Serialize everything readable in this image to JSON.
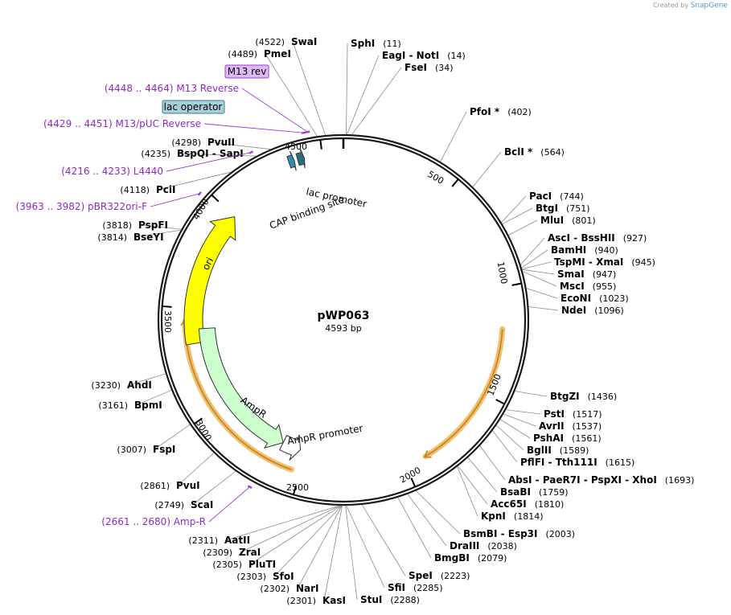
{
  "credit": {
    "prefix": "Created by",
    "brand": "SnapGene"
  },
  "plasmid": {
    "name": "pWP063",
    "size_label": "4593 bp",
    "length": 4593
  },
  "ticks": [
    {
      "label": "500",
      "bp": 500
    },
    {
      "label": "1000",
      "bp": 1000
    },
    {
      "label": "1500",
      "bp": 1500
    },
    {
      "label": "2000",
      "bp": 2000
    },
    {
      "label": "2500",
      "bp": 2500
    },
    {
      "label": "3000",
      "bp": 3000
    },
    {
      "label": "3500",
      "bp": 3500
    },
    {
      "label": "4000",
      "bp": 4000
    },
    {
      "label": "4500",
      "bp": 4500
    }
  ],
  "sites": [
    {
      "id": "swai",
      "pos": "(4522)",
      "name": "SwaI",
      "bp": 4522,
      "side": "L"
    },
    {
      "id": "pmei",
      "pos": "(4489)",
      "name": "PmeI",
      "bp": 4489,
      "side": "L"
    },
    {
      "id": "sphi",
      "pos": "(11)",
      "name": "SphI",
      "bp": 11,
      "side": "R"
    },
    {
      "id": "eagi",
      "pos": "(14)",
      "name": "EagI  -  NotI",
      "bp": 14,
      "side": "R"
    },
    {
      "id": "fsei",
      "pos": "(34)",
      "name": "FseI",
      "bp": 34,
      "side": "R"
    },
    {
      "id": "pfoi",
      "pos": "(402)",
      "name": "PfoI *",
      "bp": 402,
      "side": "R"
    },
    {
      "id": "bcli",
      "pos": "(564)",
      "name": "BclI *",
      "bp": 564,
      "side": "R"
    },
    {
      "id": "paci",
      "pos": "(744)",
      "name": "PacI",
      "bp": 744,
      "side": "R"
    },
    {
      "id": "btgi",
      "pos": "(751)",
      "name": "BtgI",
      "bp": 751,
      "side": "R"
    },
    {
      "id": "mlui",
      "pos": "(801)",
      "name": "MluI",
      "bp": 801,
      "side": "R"
    },
    {
      "id": "asci",
      "pos": "(927)",
      "name": "AscI  -  BssHII",
      "bp": 927,
      "side": "R"
    },
    {
      "id": "bamhi",
      "pos": "(940)",
      "name": "BamHI",
      "bp": 940,
      "side": "R"
    },
    {
      "id": "tspmi",
      "pos": "(945)",
      "name": "TspMI  -  XmaI",
      "bp": 945,
      "side": "R"
    },
    {
      "id": "smai",
      "pos": "(947)",
      "name": "SmaI",
      "bp": 947,
      "side": "R"
    },
    {
      "id": "msci",
      "pos": "(955)",
      "name": "MscI",
      "bp": 955,
      "side": "R"
    },
    {
      "id": "econi",
      "pos": "(1023)",
      "name": "EcoNI",
      "bp": 1023,
      "side": "R"
    },
    {
      "id": "ndei",
      "pos": "(1096)",
      "name": "NdeI",
      "bp": 1096,
      "side": "R"
    },
    {
      "id": "btgzi",
      "pos": "(1436)",
      "name": "BtgZI",
      "bp": 1436,
      "side": "R"
    },
    {
      "id": "psti",
      "pos": "(1517)",
      "name": "PstI",
      "bp": 1517,
      "side": "R"
    },
    {
      "id": "avrii",
      "pos": "(1537)",
      "name": "AvrII",
      "bp": 1537,
      "side": "R"
    },
    {
      "id": "pshai",
      "pos": "(1561)",
      "name": "PshAI",
      "bp": 1561,
      "side": "R"
    },
    {
      "id": "bglii",
      "pos": "(1589)",
      "name": "BglII",
      "bp": 1589,
      "side": "R"
    },
    {
      "id": "pflfi",
      "pos": "(1615)",
      "name": "PflFI  -  Tth111I",
      "bp": 1615,
      "side": "R"
    },
    {
      "id": "absi",
      "pos": "(1693)",
      "name": "AbsI  -  PaeR7I  -  PspXI  -  XhoI",
      "bp": 1693,
      "side": "R"
    },
    {
      "id": "bsabi",
      "pos": "(1759)",
      "name": "BsaBI",
      "bp": 1759,
      "side": "R"
    },
    {
      "id": "acc65i",
      "pos": "(1810)",
      "name": "Acc65I",
      "bp": 1810,
      "side": "R"
    },
    {
      "id": "kpni",
      "pos": "(1814)",
      "name": "KpnI",
      "bp": 1814,
      "side": "R"
    },
    {
      "id": "bsmbi",
      "pos": "(2003)",
      "name": "BsmBI  -  Esp3I",
      "bp": 2003,
      "side": "R"
    },
    {
      "id": "draiii",
      "pos": "(2038)",
      "name": "DraIII",
      "bp": 2038,
      "side": "R"
    },
    {
      "id": "bmgbi",
      "pos": "(2079)",
      "name": "BmgBI",
      "bp": 2079,
      "side": "R"
    },
    {
      "id": "spei",
      "pos": "(2223)",
      "name": "SpeI",
      "bp": 2223,
      "side": "R"
    },
    {
      "id": "sfii",
      "pos": "(2285)",
      "name": "SfiI",
      "bp": 2285,
      "side": "R"
    },
    {
      "id": "stui",
      "pos": "(2288)",
      "name": "StuI",
      "bp": 2288,
      "side": "R"
    },
    {
      "id": "kasi",
      "pos": "(2301)",
      "name": "KasI",
      "bp": 2301,
      "side": "L"
    },
    {
      "id": "nari",
      "pos": "(2302)",
      "name": "NarI",
      "bp": 2302,
      "side": "L"
    },
    {
      "id": "sfoi",
      "pos": "(2303)",
      "name": "SfoI",
      "bp": 2303,
      "side": "L"
    },
    {
      "id": "pluti",
      "pos": "(2305)",
      "name": "PluTI",
      "bp": 2305,
      "side": "L"
    },
    {
      "id": "zrai",
      "pos": "(2309)",
      "name": "ZraI",
      "bp": 2309,
      "side": "L"
    },
    {
      "id": "aatii",
      "pos": "(2311)",
      "name": "AatII",
      "bp": 2311,
      "side": "L"
    },
    {
      "id": "scai",
      "pos": "(2749)",
      "name": "ScaI",
      "bp": 2749,
      "side": "L"
    },
    {
      "id": "pvui1",
      "pos": "(2861)",
      "name": "PvuI",
      "bp": 2861,
      "side": "L"
    },
    {
      "id": "fspi",
      "pos": "(3007)",
      "name": "FspI",
      "bp": 3007,
      "side": "L"
    },
    {
      "id": "bpmi",
      "pos": "(3161)",
      "name": "BpmI",
      "bp": 3161,
      "side": "L"
    },
    {
      "id": "ahdi",
      "pos": "(3230)",
      "name": "AhdI",
      "bp": 3230,
      "side": "L"
    },
    {
      "id": "bseyi",
      "pos": "(3814)",
      "name": "BseYI",
      "bp": 3814,
      "side": "L"
    },
    {
      "id": "pspfi",
      "pos": "(3818)",
      "name": "PspFI",
      "bp": 3818,
      "side": "L"
    },
    {
      "id": "pcii",
      "pos": "(4118)",
      "name": "PciI",
      "bp": 4118,
      "side": "L"
    },
    {
      "id": "bspqi",
      "pos": "(4235)",
      "name": "BspQI  -  SapI",
      "bp": 4235,
      "side": "L"
    },
    {
      "id": "pvuii",
      "pos": "(4298)",
      "name": "PvuII",
      "bp": 4298,
      "side": "L"
    }
  ],
  "primers": [
    {
      "id": "m13rev",
      "label": "(4448 .. 4464)  M13 Reverse",
      "bp": 4456
    },
    {
      "id": "m13puc",
      "label": "(4429 .. 4451)  M13/pUC Reverse",
      "bp": 4440
    },
    {
      "id": "l4440",
      "label": "(4216 .. 4233)  L4440",
      "bp": 4225
    },
    {
      "id": "pbr322",
      "label": "(3963 .. 3982)  pBR322ori-F",
      "bp": 3972
    },
    {
      "id": "ampr_primer",
      "label": "(2661 .. 2680)  Amp-R",
      "bp": 2670
    }
  ],
  "boxes": [
    {
      "id": "m13rev_box",
      "label": "M13 rev",
      "fill": "#e0b8f5",
      "stroke": "#9a3fd0"
    },
    {
      "id": "lacop_box",
      "label": "lac operator",
      "fill": "#a8d0dc",
      "stroke": "#3b7e90"
    }
  ],
  "features": [
    {
      "id": "ori",
      "label": "ori",
      "start": 3330,
      "end": 4000,
      "color": "#ffff00",
      "direction": "cw"
    },
    {
      "id": "ampr",
      "label": "AmpR",
      "start": 2630,
      "end": 3400,
      "color": "#ccffcc",
      "direction": "ccw"
    },
    {
      "id": "ampr_promoter",
      "label": "AmpR promoter",
      "start": 2530,
      "end": 2630,
      "color": "#ffffff",
      "direction": "ccw"
    },
    {
      "id": "lac_promoter",
      "label": "lac promoter",
      "start": 4390,
      "end": 4420,
      "color": "#2a6f80",
      "direction": "cw"
    },
    {
      "id": "cap_site",
      "label": "CAP binding site",
      "start": 4350,
      "end": 4375,
      "color": "#2e8fb0",
      "direction": "cw"
    }
  ],
  "orfs": [
    {
      "id": "orf1",
      "start": 1190,
      "end": 1900
    },
    {
      "id": "orf2",
      "start": 2540,
      "end": 3440
    }
  ],
  "colors": {
    "backbone": "#1a1a1a",
    "feature_text": "#8b2ac8",
    "orf": "#f0c070",
    "orf_line": "#c8821a",
    "primer": "#9a3fd0"
  }
}
